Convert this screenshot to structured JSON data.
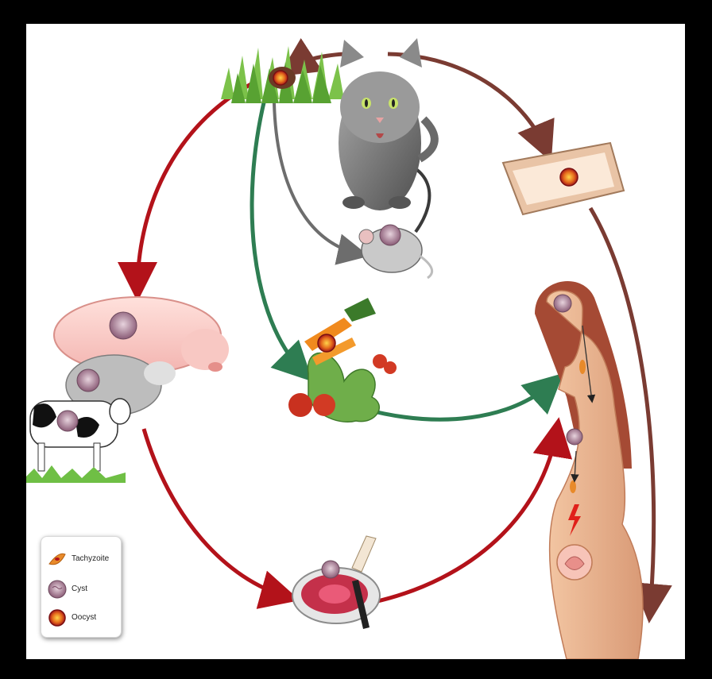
{
  "legend": {
    "items": [
      {
        "key": "tachyzoite",
        "label": "Tachyzoite"
      },
      {
        "key": "cyst",
        "label": "Cyst"
      },
      {
        "key": "oocyst",
        "label": "Oocyst"
      }
    ]
  },
  "colors": {
    "feline_route": "#7a3b32",
    "meat_route": "#b3121a",
    "produce_route": "#2e7d52",
    "rodent_route": "#6d6d6d",
    "cyst": "#9c6b86",
    "oocyst": "#c0282b",
    "tachyzoite": "#e88a2a"
  }
}
